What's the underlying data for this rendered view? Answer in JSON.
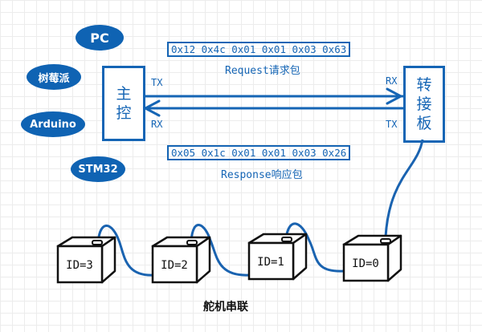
{
  "controllers": [
    {
      "id": "pc",
      "label": "PC"
    },
    {
      "id": "raspberry-pi",
      "label": "树莓派"
    },
    {
      "id": "arduino",
      "label": "Arduino"
    },
    {
      "id": "stm32",
      "label": "STM32"
    }
  ],
  "main_controller": {
    "label_line1": "主",
    "label_line2": "控",
    "tx": "TX",
    "rx": "RX"
  },
  "adapter_board": {
    "label_line1": "转",
    "label_line2": "接",
    "label_line3": "板",
    "rx": "RX",
    "tx": "TX"
  },
  "request": {
    "bytes": "0x12 0x4c 0x01 0x01 0x03 0x63",
    "caption": "Request请求包"
  },
  "response": {
    "bytes": "0x05 0x1c 0x01 0x01 0x03 0x26",
    "caption": "Response响应包"
  },
  "servos": [
    {
      "label": "ID=3"
    },
    {
      "label": "ID=2"
    },
    {
      "label": "ID=1"
    },
    {
      "label": "ID=0"
    }
  ],
  "title": "舵机串联",
  "colors": {
    "accent": "#1565b5",
    "ellipse": "#0f63b3",
    "cable": "#1a63b0",
    "grid": "#ececec"
  }
}
